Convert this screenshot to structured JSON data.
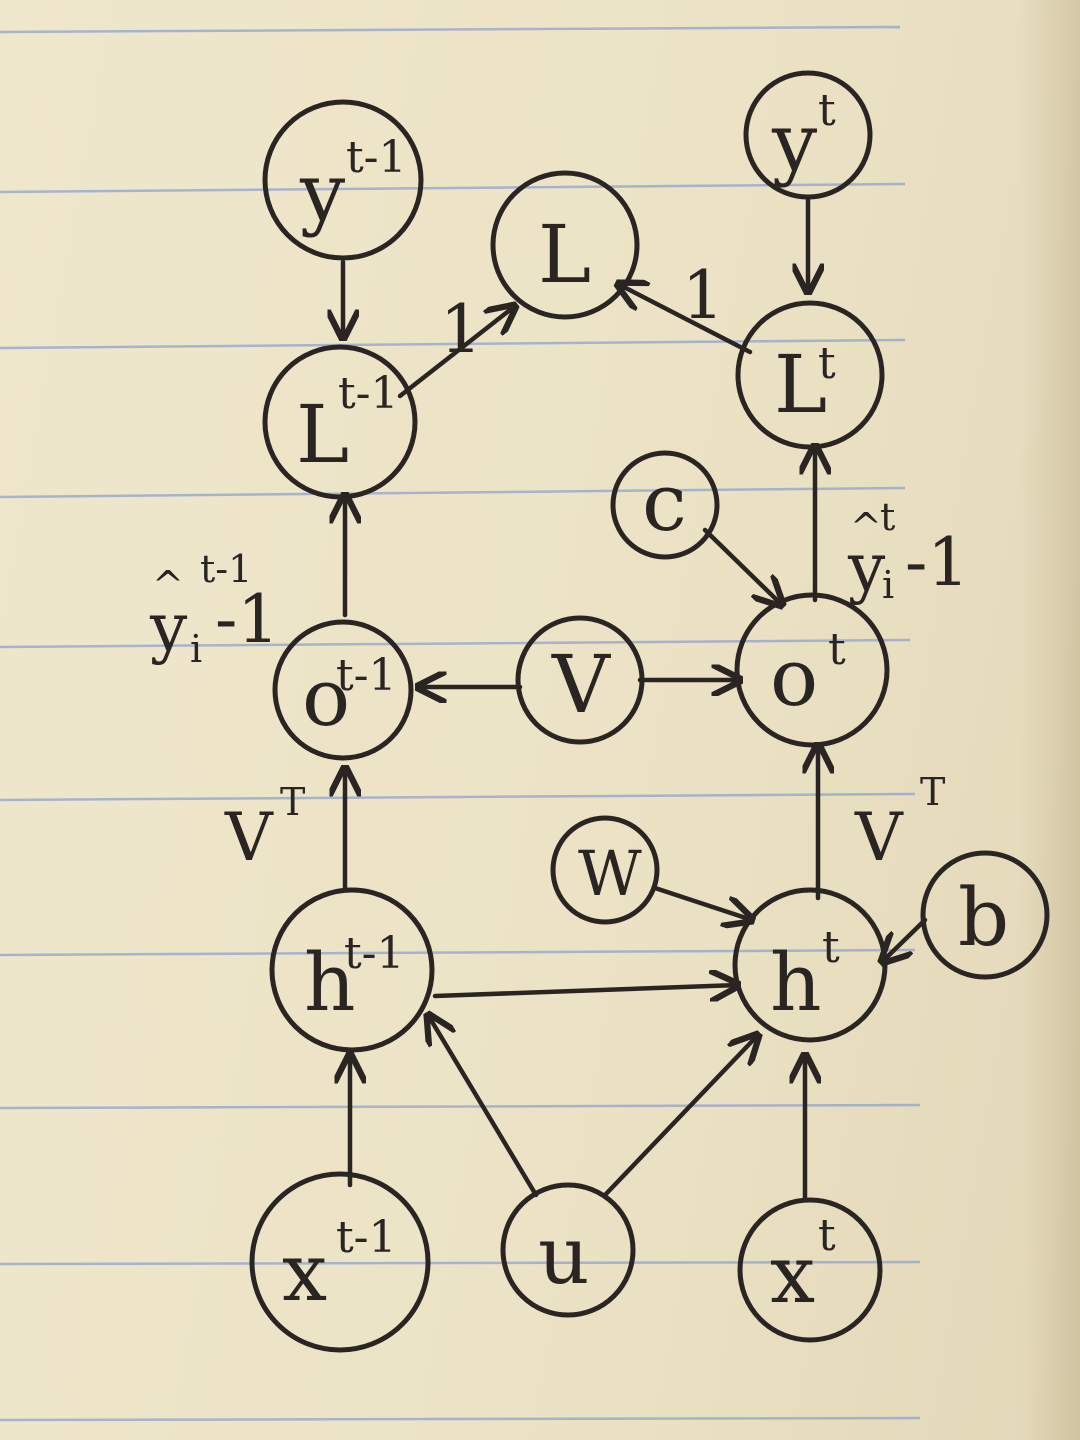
{
  "diagram": {
    "nodes": {
      "y_prev": {
        "symbol": "y",
        "superscript": "t-1"
      },
      "y_curr": {
        "symbol": "y",
        "superscript": "t"
      },
      "L_total": {
        "symbol": "L",
        "superscript": ""
      },
      "L_prev": {
        "symbol": "L",
        "superscript": "t-1"
      },
      "L_curr": {
        "symbol": "L",
        "superscript": "t"
      },
      "c": {
        "symbol": "c",
        "superscript": ""
      },
      "o_prev": {
        "symbol": "o",
        "superscript": "t-1"
      },
      "V": {
        "symbol": "V",
        "superscript": ""
      },
      "o_curr": {
        "symbol": "o",
        "superscript": "t"
      },
      "W": {
        "symbol": "W",
        "superscript": ""
      },
      "b": {
        "symbol": "b",
        "superscript": ""
      },
      "h_prev": {
        "symbol": "h",
        "superscript": "t-1"
      },
      "h_curr": {
        "symbol": "h",
        "superscript": "t"
      },
      "x_prev": {
        "symbol": "x",
        "superscript": "t-1"
      },
      "U": {
        "symbol": "u",
        "superscript": ""
      },
      "x_curr": {
        "symbol": "x",
        "superscript": "t"
      }
    },
    "edge_labels": {
      "grad_Lprev_to_L": "1",
      "grad_Lcurr_to_L": "1",
      "grad_oprev": {
        "hat": "^",
        "superscript": "t-1",
        "main": "y",
        "subscript": "i",
        "suffix": "-1"
      },
      "grad_ocurr": {
        "hat": "^",
        "superscript": "t",
        "main": "y",
        "subscript": "i",
        "suffix": "-1"
      },
      "VT_left": {
        "main": "V",
        "superscript": "T"
      },
      "VT_right": {
        "main": "V",
        "superscript": "T"
      }
    },
    "ink_color": "#2a2522",
    "line_color": "#8fa3cf"
  }
}
